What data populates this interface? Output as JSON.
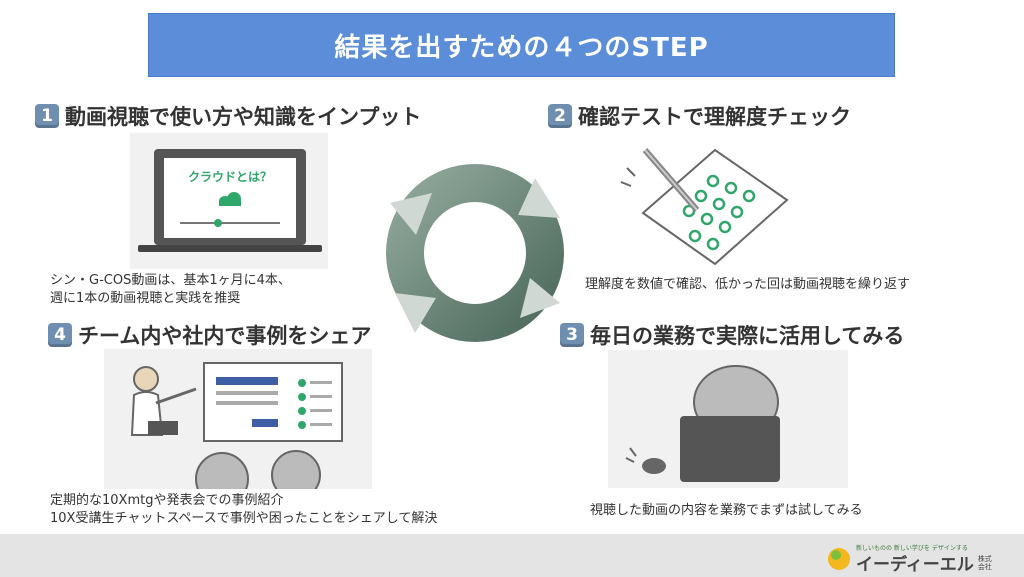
{
  "title": "結果を出すための４つのSTEP",
  "steps": [
    {
      "badge": "1",
      "title": "動画視聴で使い方や知識をインプット",
      "lines": [
        "シン・G-COS動画は、基本1ヶ月に4本、",
        "週に1本の動画視聴と実践を推奨"
      ],
      "screen_text": "クラウドとは？"
    },
    {
      "badge": "2",
      "title": "確認テストで理解度チェック",
      "lines": [
        "理解度を数値で確認、低かった回は動画視聴を繰り返す"
      ]
    },
    {
      "badge": "3",
      "title": "毎日の業務で実際に活用してみる",
      "lines": [
        "視聴した動画の内容を業務でまずは試してみる"
      ]
    },
    {
      "badge": "4",
      "title": "チーム内や社内で事例をシェア",
      "lines": [
        "定期的な10Xmtgや発表会での事例紹介",
        "10X受講生チャットスペースで事例や困ったことをシェアして解決"
      ]
    }
  ],
  "logo": {
    "tagline": "新しいものの 新しい学びを デザインする",
    "name": "イーディーエル",
    "suffix": "株式会社"
  },
  "colors": {
    "title_bg": "#5b8dd9",
    "badge": "#6f8fb0",
    "cycle": "#6f8a7c",
    "accent_green": "#2fa66a"
  }
}
